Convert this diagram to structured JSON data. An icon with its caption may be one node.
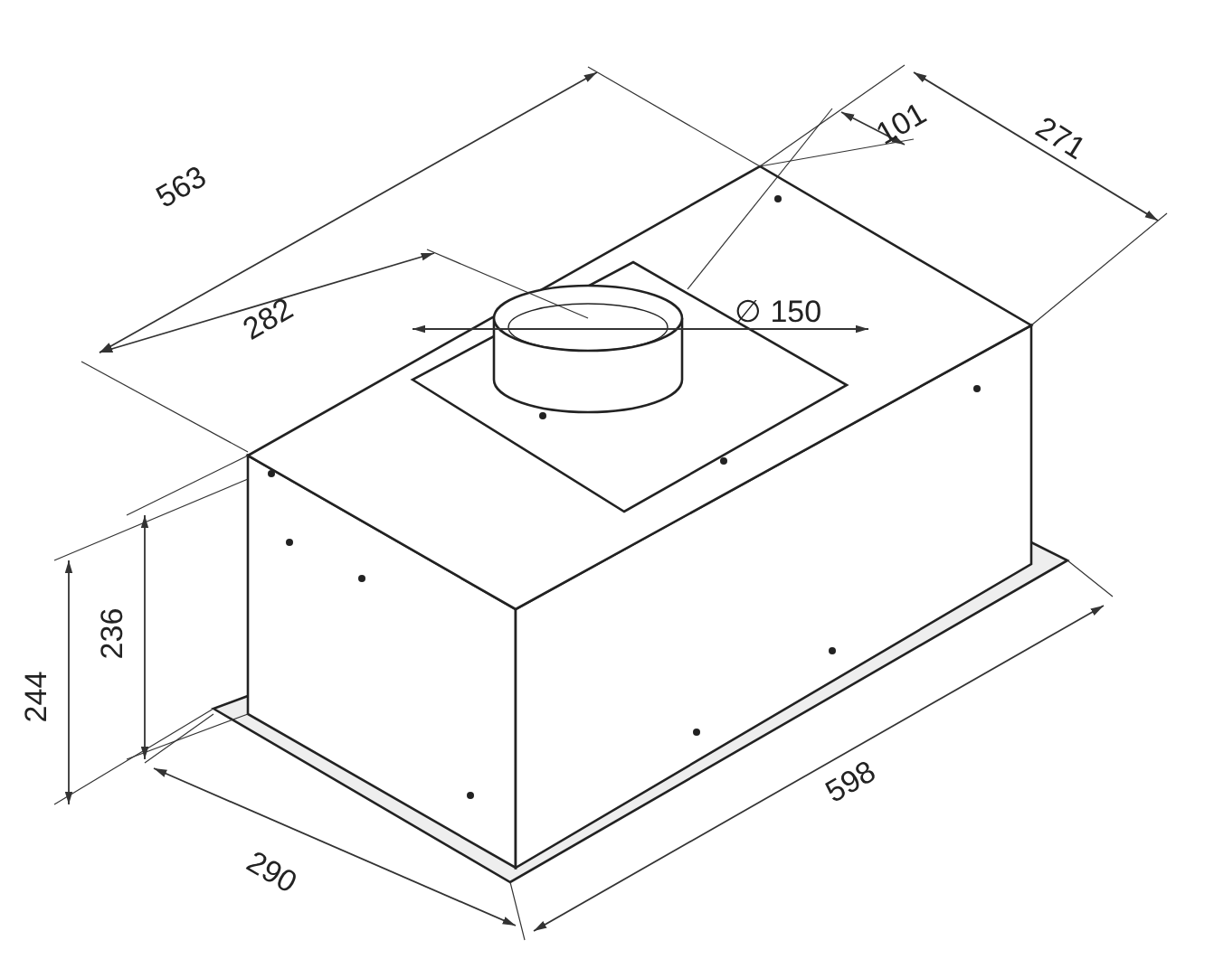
{
  "diagram": {
    "labels": [
      "101",
      "271",
      "563",
      "282",
      "∅ 150",
      "236",
      "244",
      "598",
      "290"
    ]
  }
}
